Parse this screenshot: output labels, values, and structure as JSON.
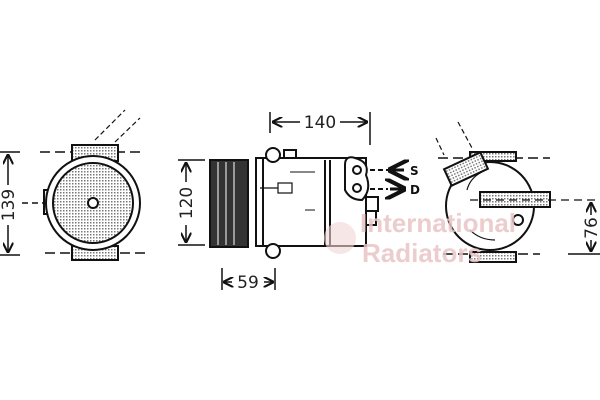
{
  "dimensions": {
    "height_front": "139",
    "length": "140",
    "height_side": "120",
    "pulley_offset": "59",
    "rear_offset": "76"
  },
  "ports": {
    "suction": "S",
    "discharge": "D"
  },
  "watermark": {
    "line1": "International",
    "line2": "Radiators"
  },
  "colors": {
    "line": "#111111",
    "watermark": "#e9c4c4"
  }
}
